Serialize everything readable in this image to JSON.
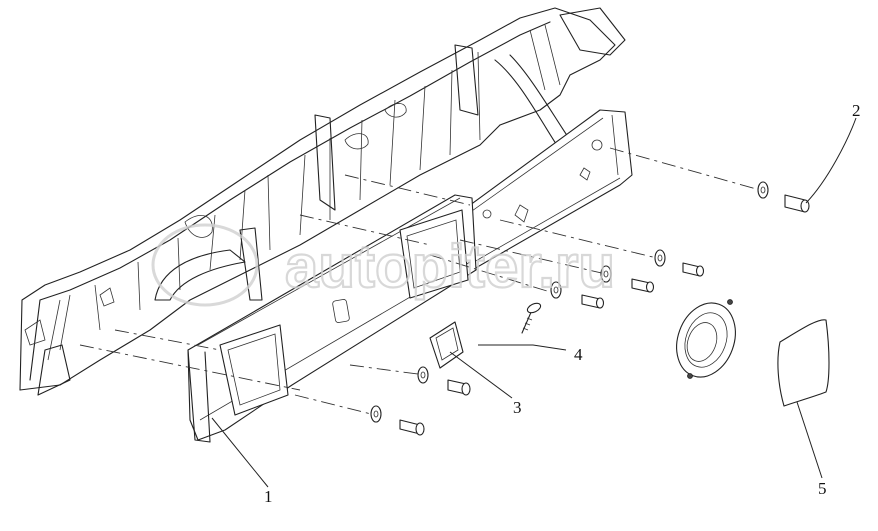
{
  "watermark": {
    "text": "autopiter.ru"
  },
  "callouts": [
    {
      "id": "1",
      "label": "1"
    },
    {
      "id": "2",
      "label": "2"
    },
    {
      "id": "3",
      "label": "3"
    },
    {
      "id": "4",
      "label": "4"
    },
    {
      "id": "5",
      "label": "5"
    }
  ]
}
